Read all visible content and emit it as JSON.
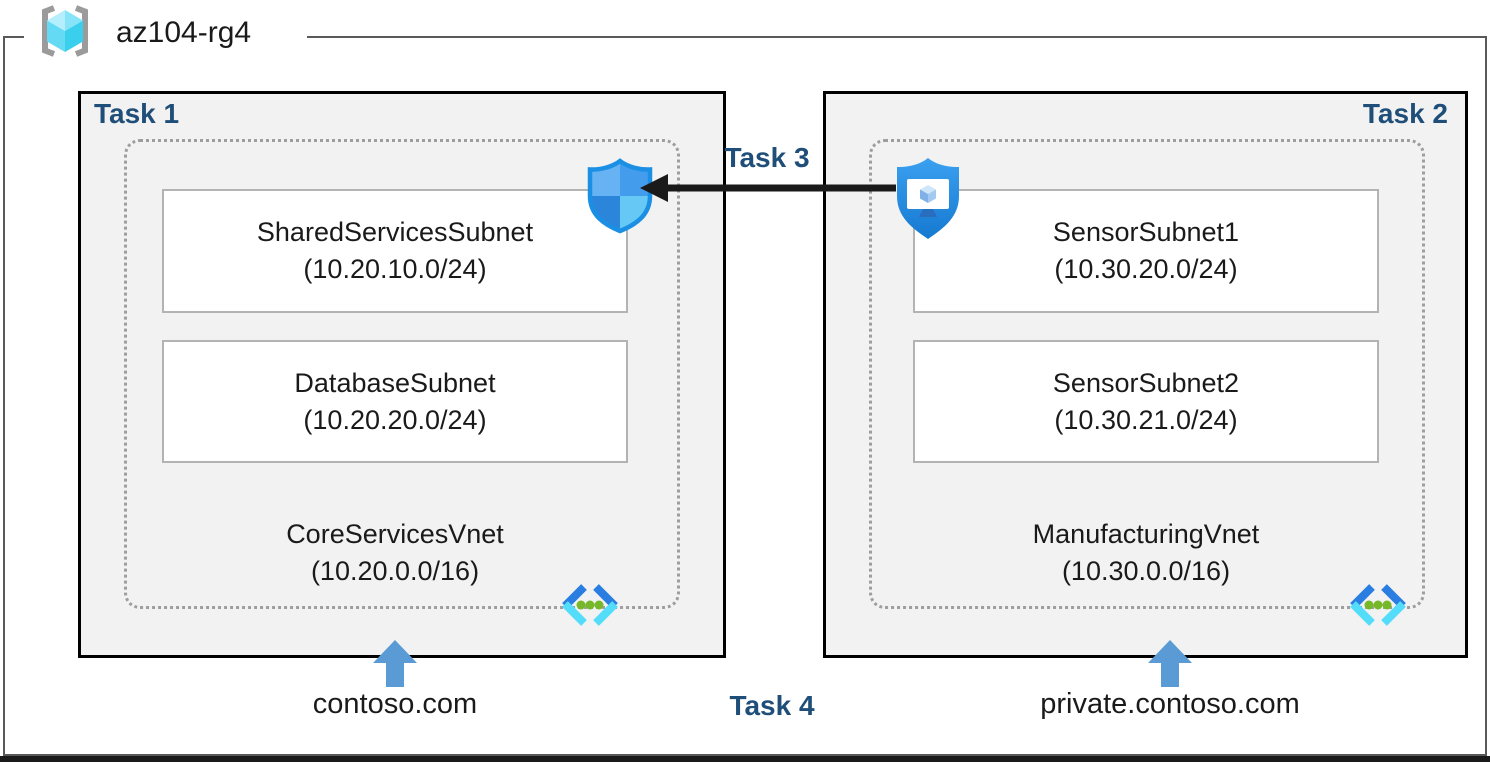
{
  "title": {
    "resource_group": "az104-rg4"
  },
  "labels": {
    "task1": "Task 1",
    "task2": "Task 2",
    "task3": "Task 3",
    "task4": "Task 4"
  },
  "vnets": [
    {
      "name": "CoreServicesVnet",
      "cidr": "(10.20.0.0/16)",
      "dns_zone": "contoso.com",
      "subnets": [
        {
          "name": "SharedServicesSubnet",
          "cidr": "(10.20.10.0/24)"
        },
        {
          "name": "DatabaseSubnet",
          "cidr": "(10.20.20.0/24)"
        }
      ]
    },
    {
      "name": "ManufacturingVnet",
      "cidr": "(10.30.0.0/16)",
      "dns_zone": "private.contoso.com",
      "subnets": [
        {
          "name": "SensorSubnet1",
          "cidr": "(10.30.20.0/24)"
        },
        {
          "name": "SensorSubnet2",
          "cidr": "(10.30.21.0/24)"
        }
      ]
    }
  ],
  "icons": {
    "resource_group": "resource-group-brackets-cube",
    "nsg": "network-security-group-shield",
    "bastion": "bastion-shield-monitor",
    "vnet": "virtual-network-chevrons",
    "dns_arrow": "blue-up-arrow",
    "task3_arrow": "black-left-arrow"
  },
  "colors": {
    "task_label": "#1f4e79",
    "box_background": "#f2f2f2",
    "box_border": "#000000",
    "frame_border": "#595959",
    "dns_arrow_blue": "#5b9bd5",
    "task3_arrow_black": "#1a1a1a"
  }
}
